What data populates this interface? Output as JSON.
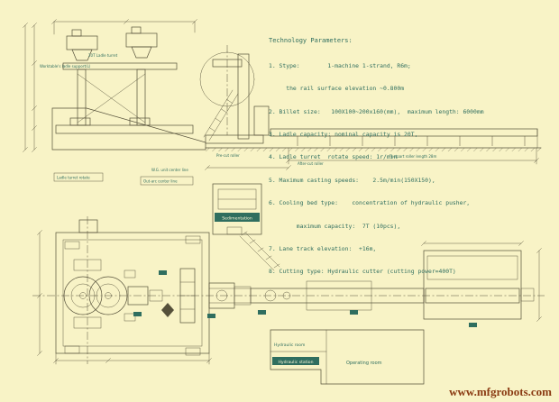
{
  "canvas": {
    "bg": "#f8f3c6",
    "ink": "#55503a",
    "accent": "#2f6e5f",
    "wm": "#8a3a12"
  },
  "watermark": "www.mfgrobots.com",
  "tech_params": {
    "title": "Technology Parameters:",
    "lines": [
      "1. Stype:        1-machine 1-strand, R6m;",
      "     the rail surface elevation ~0.800m",
      "2. Billet size:   100X100~200x160(mm),  maximum length: 6000mm",
      "3. Ladle capacity: nominal capacity is 20T,",
      "4. Ladle turret  rotate speed: 1r/min",
      "5. Maximum casting speeds:    2.5m/min(150X150),",
      "6. Cooling bed type:    concentration of hydraulic pusher,",
      "        maximum capacity:  7T (10pcs),",
      "7. Lane track elevation:  +16m,",
      "8. Cutting type: Hydraulic cutter (cutting power=400T)"
    ]
  },
  "labels": {
    "ladle_turret_top": "20T Ladle turret",
    "worktable_support": "Worktable's ladle support(L)",
    "ladle_turret_rotate": "Ladle turret rotate",
    "out_arc_center": "Out-arc center line",
    "wg_unit_center": "W.G. unit center line",
    "pre_cut_roller": "Pre-cut roller",
    "after_cut_roller": "After-cut roller",
    "footpart_roller": "Footpart roller length 28m",
    "sedimentation": "Sedimentation",
    "hydraulic_room": "Hydraulic room",
    "hydraulic_station": "Hydraulic station",
    "operating_room": "Operating room"
  }
}
